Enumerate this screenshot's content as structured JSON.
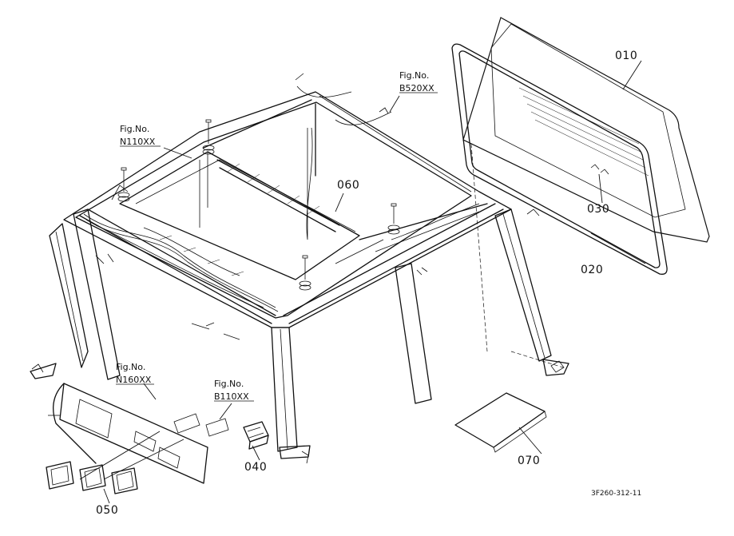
{
  "diagram": {
    "doc_number": "3F260-312-11",
    "figure_refs": [
      {
        "id": "n110",
        "line1": "Fig.No.",
        "line2": "N110XX"
      },
      {
        "id": "b520",
        "line1": "Fig.No.",
        "line2": "B520XX"
      },
      {
        "id": "n160",
        "line1": "Fig.No.",
        "line2": "N160XX"
      },
      {
        "id": "b110",
        "line1": "Fig.No.",
        "line2": "B110XX"
      }
    ],
    "part_callouts": [
      {
        "id": "010",
        "label": "010"
      },
      {
        "id": "020",
        "label": "020"
      },
      {
        "id": "030",
        "label": "030"
      },
      {
        "id": "040",
        "label": "040"
      },
      {
        "id": "050",
        "label": "050"
      },
      {
        "id": "060",
        "label": "060"
      },
      {
        "id": "070",
        "label": "070"
      }
    ],
    "icons": [
      "bolt-icon",
      "connector-icon",
      "rocker-switch-icon",
      "manual-booklet-icon"
    ]
  }
}
